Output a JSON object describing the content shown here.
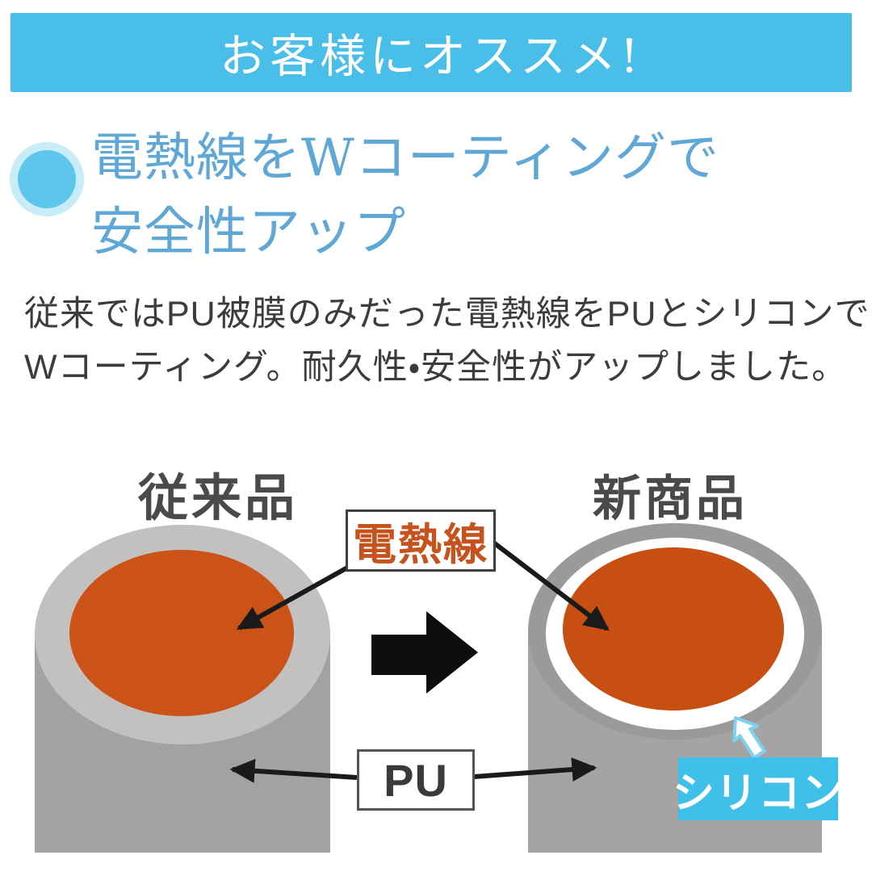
{
  "banner": {
    "label": "お客様にオススメ!",
    "bg_color": "#49BEE8"
  },
  "heading": {
    "line1": "電熱線をWコーティングで",
    "line2": "安全性アップ",
    "text_color": "#5FA8D6",
    "bullet_color": "#5EC5EB",
    "bullet_ring_color": "#C8EDF9"
  },
  "body": {
    "line1": "従来ではPU被膜のみだった電熱線をPUとシリコンで",
    "line2": "Wコーティング。耐久性・安全性がアップしました。"
  },
  "diagram": {
    "left_product_label": "従来品",
    "right_product_label": "新商品",
    "callouts": {
      "heating_wire": "電熱線",
      "pu": "PU",
      "silicone": "シリコン"
    },
    "colors": {
      "heating_wire_fill": "#CC5317",
      "cylinder_body_gray": "#A3A2A0",
      "left_top_ring_gray": "#C2C1BF",
      "right_outer_ring_gray": "#9B9A98",
      "silicone_ring": "#FFFFFF",
      "silicone_tag_bg": "#3FC0E8",
      "heating_wire_text": "#C6521E",
      "arrow_black": "#1A1A1A",
      "cursor_outline_blue": "#7ED2F0"
    }
  }
}
